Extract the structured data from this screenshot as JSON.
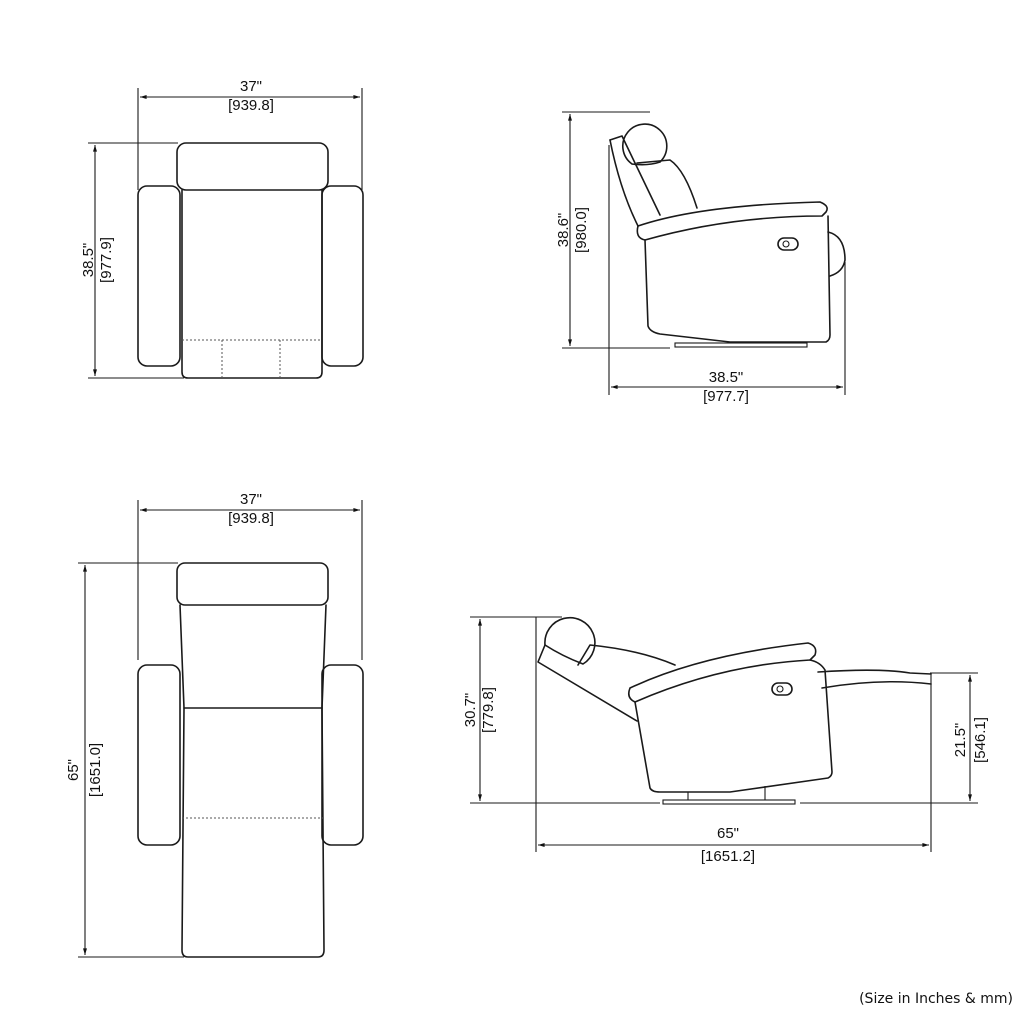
{
  "views": {
    "top_upright": {
      "width_in": "37\"",
      "width_mm": "[939.8]",
      "depth_in": "38.5\"",
      "depth_mm": "[977.9]"
    },
    "side_upright": {
      "height_in": "38.6\"",
      "height_mm": "[980.0]",
      "depth_in": "38.5\"",
      "depth_mm": "[977.7]"
    },
    "top_reclined": {
      "width_in": "37\"",
      "width_mm": "[939.8]",
      "length_in": "65\"",
      "length_mm": "[1651.0]"
    },
    "side_reclined": {
      "height_in": "30.7\"",
      "height_mm": "[779.8]",
      "footrest_in": "21.5\"",
      "footrest_mm": "[546.1]",
      "length_in": "65\"",
      "length_mm": "[1651.2]"
    }
  },
  "caption": "(Size in Inches & mm)"
}
